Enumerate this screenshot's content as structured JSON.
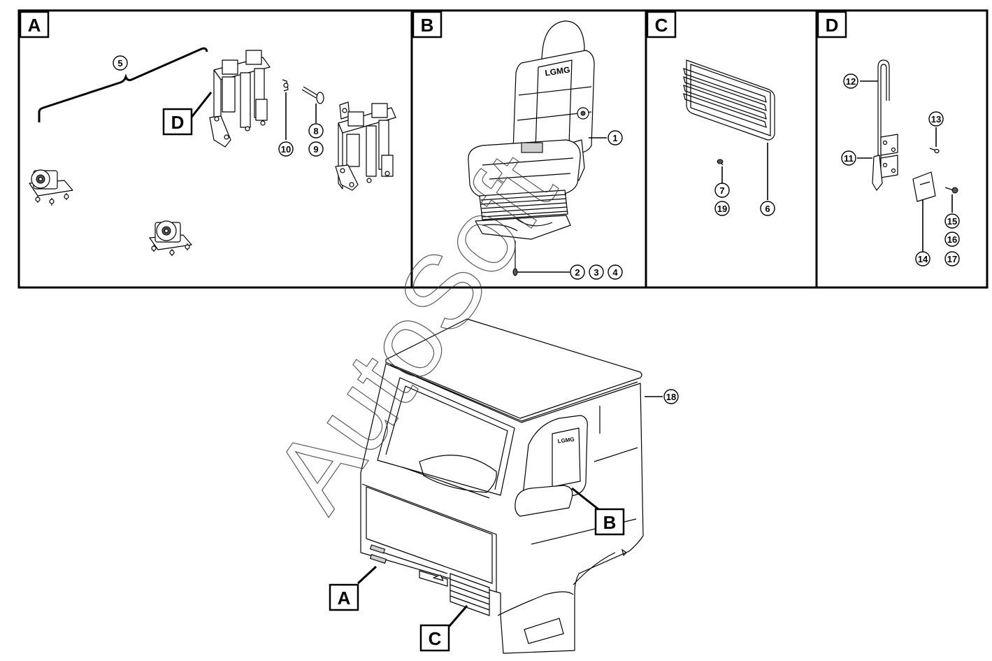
{
  "panels": [
    {
      "id": "A",
      "label": "A"
    },
    {
      "id": "B",
      "label": "B"
    },
    {
      "id": "C",
      "label": "C"
    },
    {
      "id": "D",
      "label": "D"
    }
  ],
  "callouts": {
    "n1": "1",
    "n2": "2",
    "n3": "3",
    "n4": "4",
    "n5": "5",
    "n6": "6",
    "n7": "7",
    "n8": "8",
    "n9": "9",
    "n10": "10",
    "n11": "11",
    "n12": "12",
    "n13": "13",
    "n14": "14",
    "n15": "15",
    "n16": "16",
    "n17": "17",
    "n18": "18",
    "n19": "19"
  },
  "detail_refs": {
    "d_in_a": "D",
    "b_on_cab": "B",
    "a_on_cab": "A",
    "c_on_cab": "C"
  },
  "seat_logo": "LGMG",
  "watermark": "AutoSoft"
}
